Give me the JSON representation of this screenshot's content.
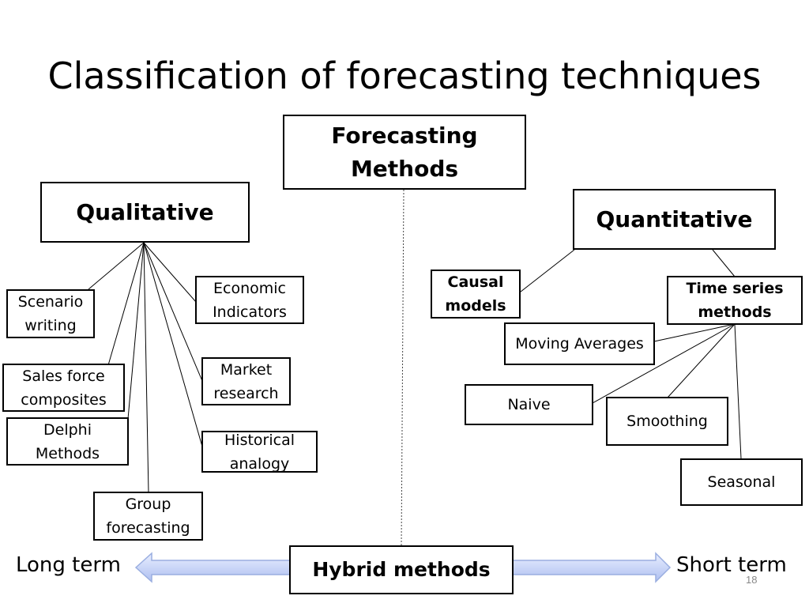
{
  "slide": {
    "title": "Classification of forecasting techniques",
    "page_number": "18"
  },
  "diagram": {
    "root": "Forecasting Methods",
    "qualitative": {
      "label": "Qualitative",
      "items": [
        "Scenario writing",
        "Sales force composites",
        "Delphi Methods",
        "Group forecasting",
        "Economic Indicators",
        "Market research",
        "Historical analogy"
      ]
    },
    "quantitative": {
      "label": "Quantitative",
      "causal": "Causal models",
      "time_series": {
        "label": "Time series methods",
        "items": [
          "Moving Averages",
          "Naive",
          "Smoothing",
          "Seasonal"
        ]
      }
    },
    "hybrid": "Hybrid methods",
    "axis": {
      "left": "Long term",
      "right": "Short term"
    }
  }
}
